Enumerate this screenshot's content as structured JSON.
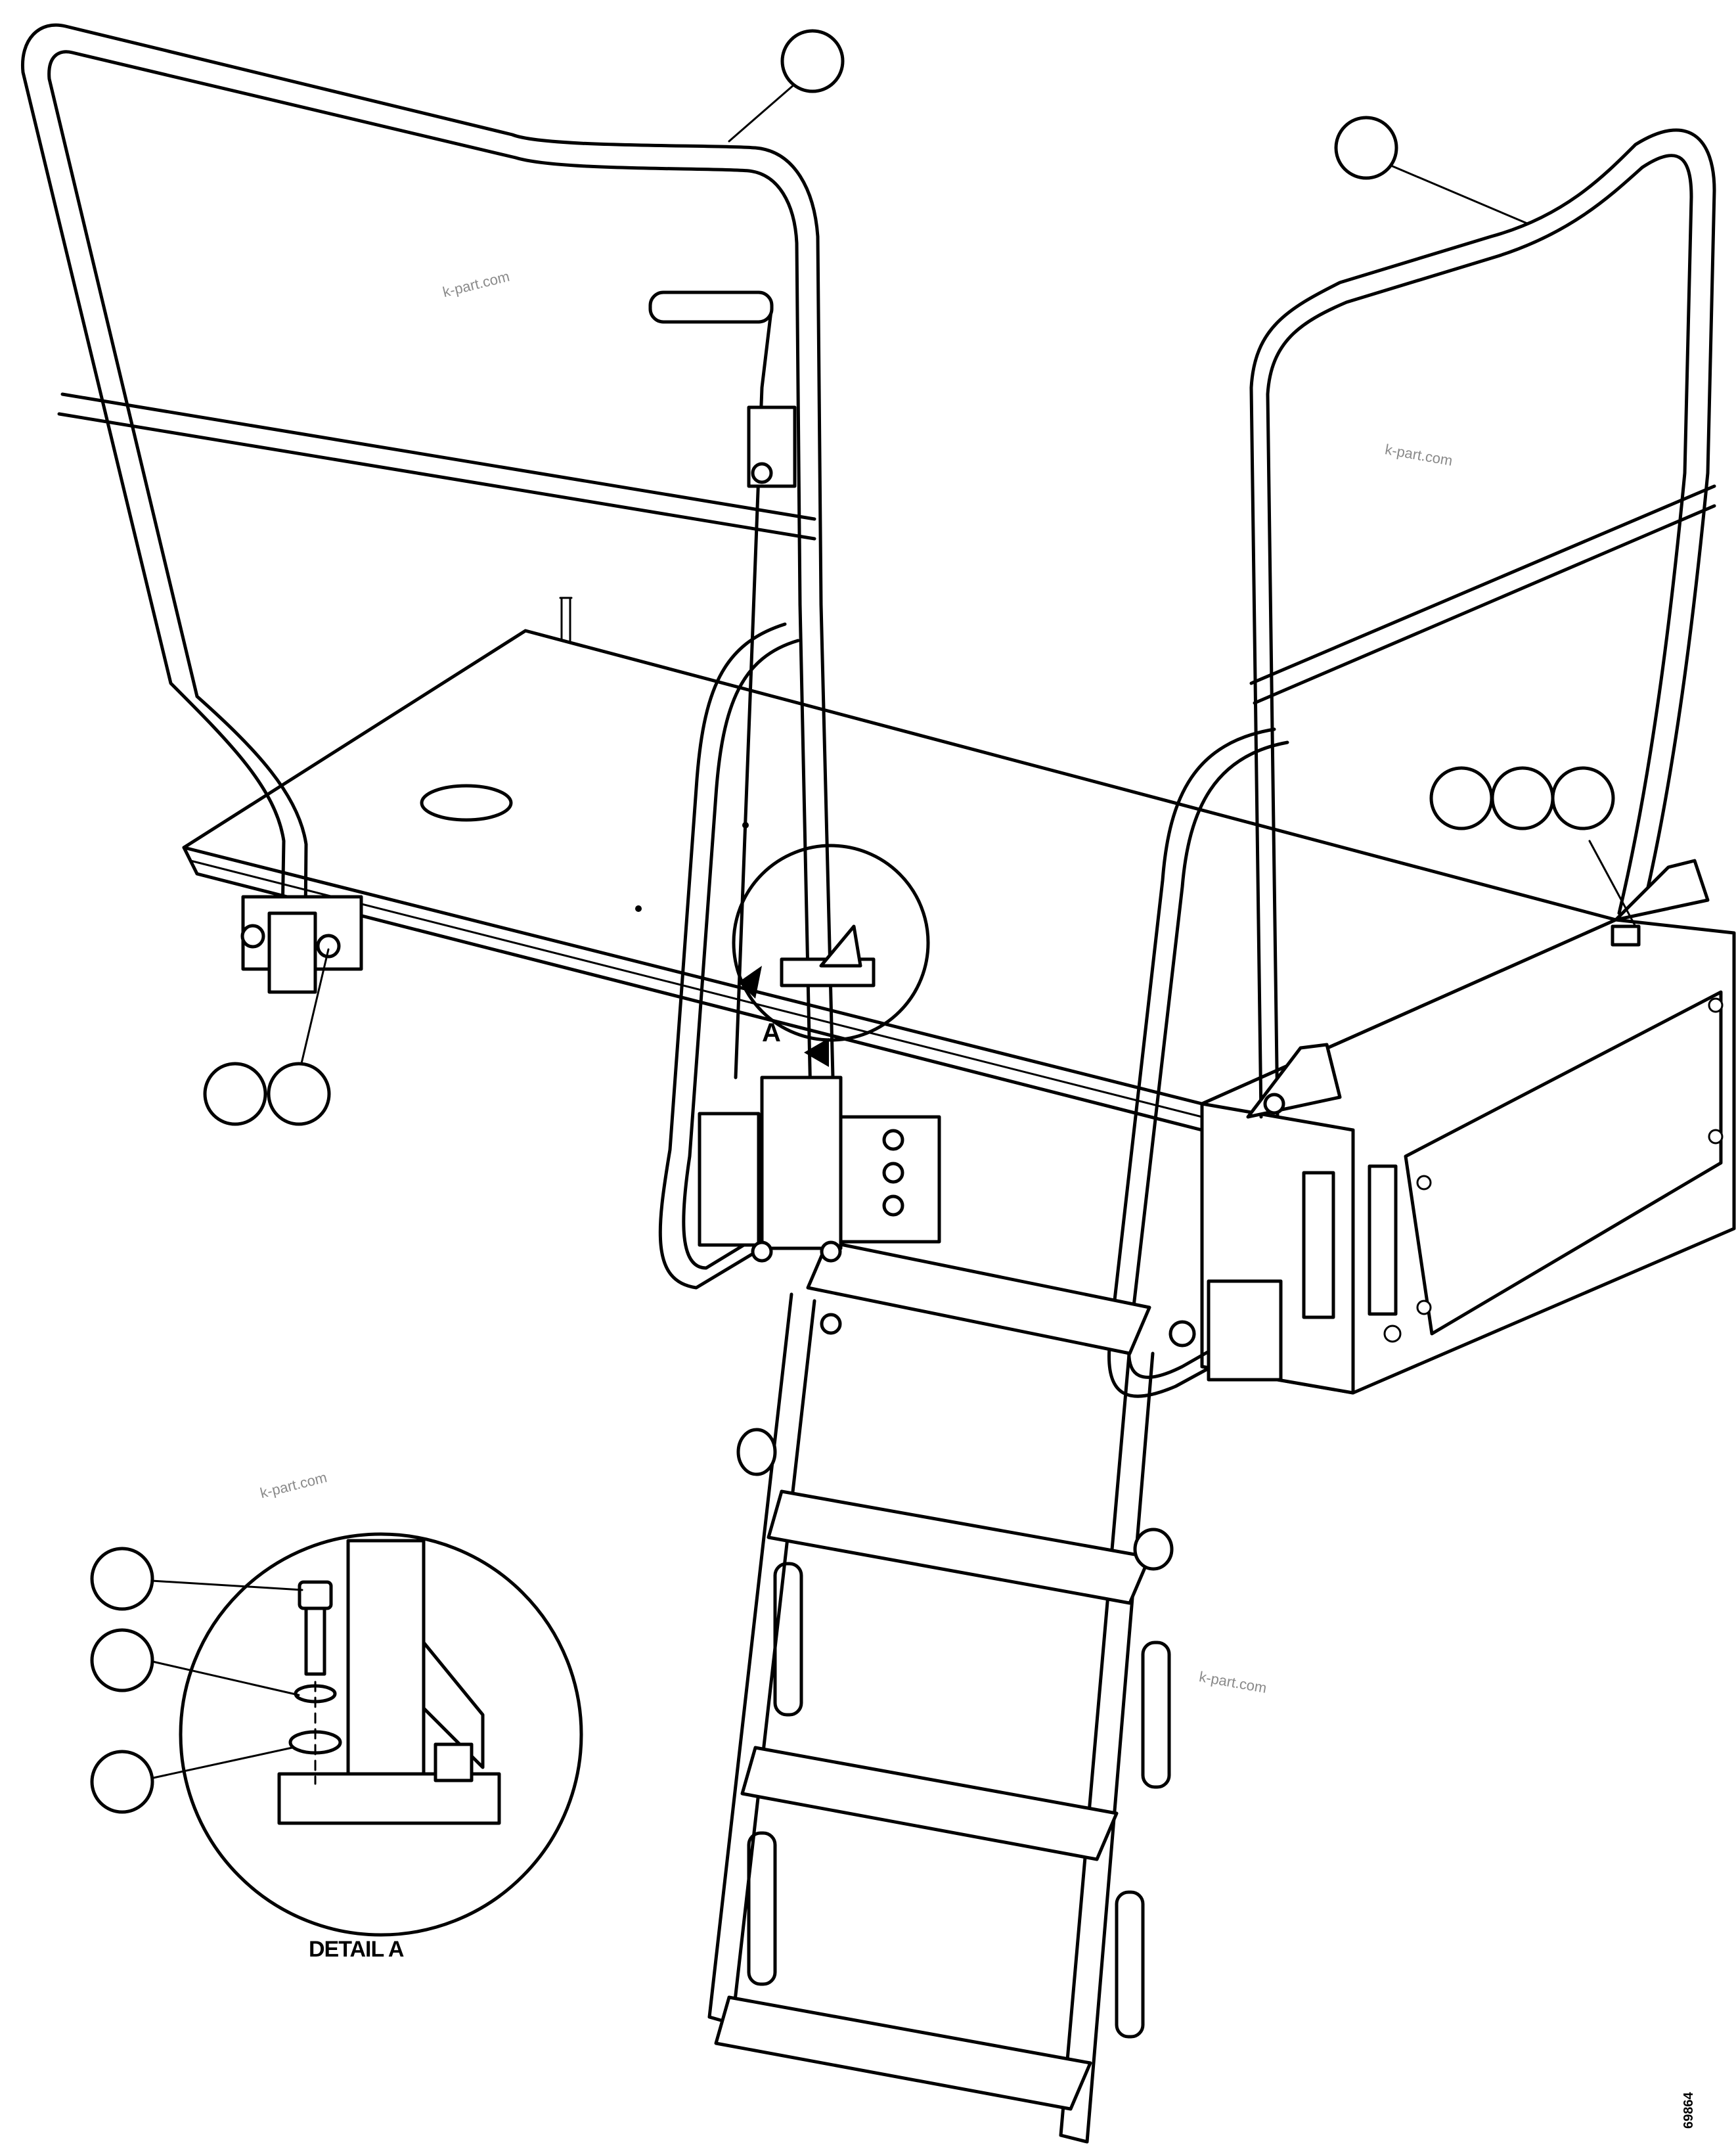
{
  "watermarks": [
    "k-part.com",
    "k-part.com",
    "k-part.com",
    "k-part.com"
  ],
  "view_label": "A",
  "detail_label": "DETAIL A",
  "figure_id": "69864",
  "callouts": [
    {
      "id": "callout-handrail-left"
    },
    {
      "id": "callout-handrail-right"
    },
    {
      "id": "callout-hardware-right-1"
    },
    {
      "id": "callout-hardware-right-2"
    },
    {
      "id": "callout-hardware-right-3"
    },
    {
      "id": "callout-hardware-left-1"
    },
    {
      "id": "callout-hardware-left-2"
    },
    {
      "id": "callout-detail-bolt"
    },
    {
      "id": "callout-detail-lockwasher"
    },
    {
      "id": "callout-detail-washer"
    }
  ]
}
